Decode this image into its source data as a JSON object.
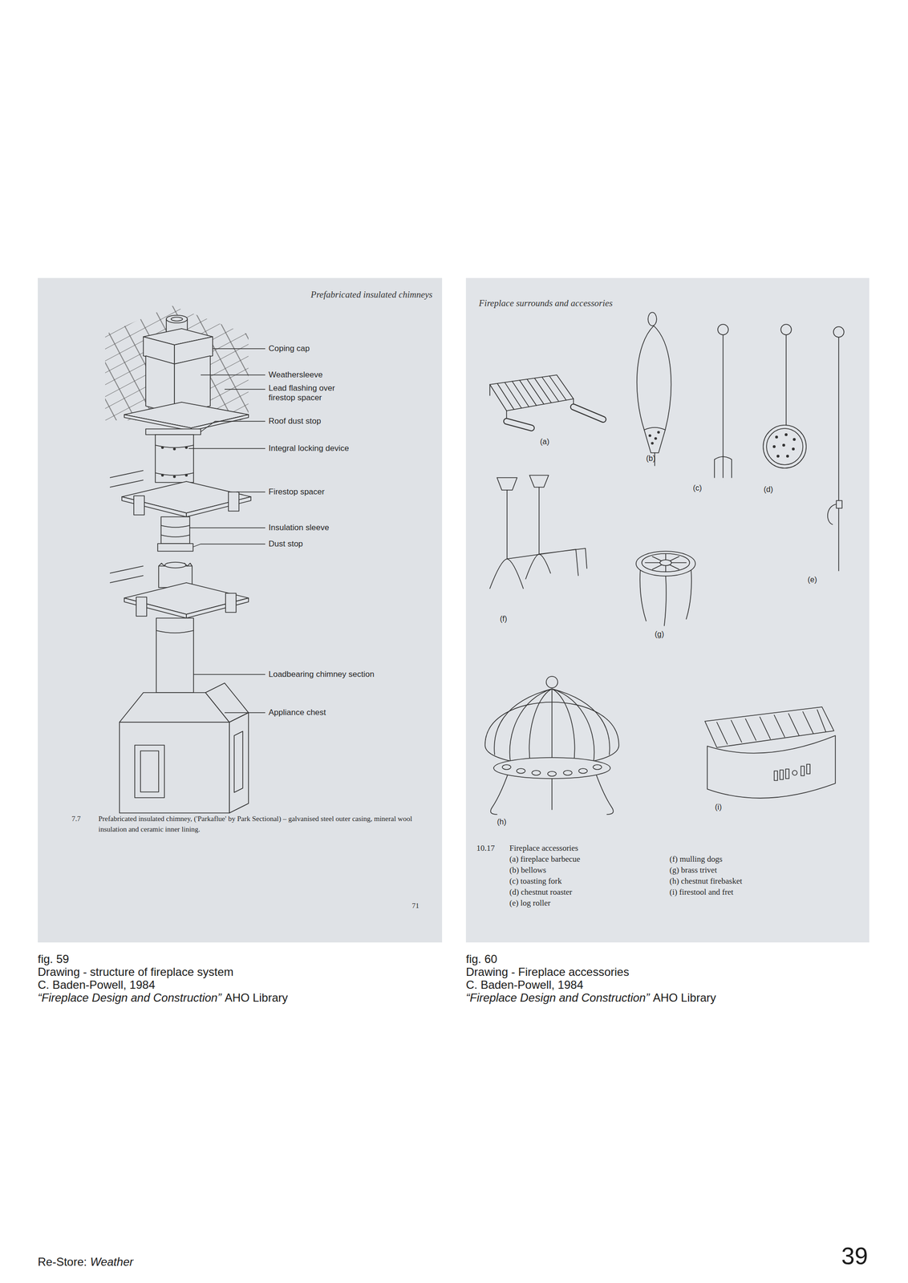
{
  "diagram": {
    "labels": [
      "Prefabricated insulated chimneys",
      "Coping cap",
      "Weathersleeve",
      "Lead flashing over firestop spacer",
      "Roof dust stop",
      "Integral locking device",
      "Firestop spacer",
      "Insulation sleeve",
      "Dust stop",
      "Loadbearing chimney section",
      "Appliance chest",
      "7.7",
      "Prefabricated insulated chimney, ('Parkaflue' by Park Sectional) – galvanised steel outer casing, mineral wool insulation and ceramic inner lining.",
      "71",
      "Fireplace surrounds and accessories",
      "(a)",
      "(b)",
      "(c)",
      "(d)",
      "(e)",
      "(f)",
      "(g)",
      "(h)",
      "(i)",
      "10.17",
      "Fireplace accessories",
      "(a) fireplace barbecue",
      "(b) bellows",
      "(c) toasting fork",
      "(d) chestnut roaster",
      "(e) log roller",
      "(f) mulling dogs",
      "(g) brass trivet",
      "(h) chestnut firebasket",
      "(i) firestool and fret",
      "fig. 59",
      "Drawing - structure of fireplace system",
      "C. Baden-Powell, 1984",
      "“Fireplace Design and Construction”",
      "AHO Library",
      "fig. 60",
      "Drawing - Fireplace accessories",
      "C. Baden-Powell, 1984",
      "“Fireplace Design and Construction”",
      "AHO Library",
      "Re-Store:",
      "Weather",
      "39"
    ]
  }
}
